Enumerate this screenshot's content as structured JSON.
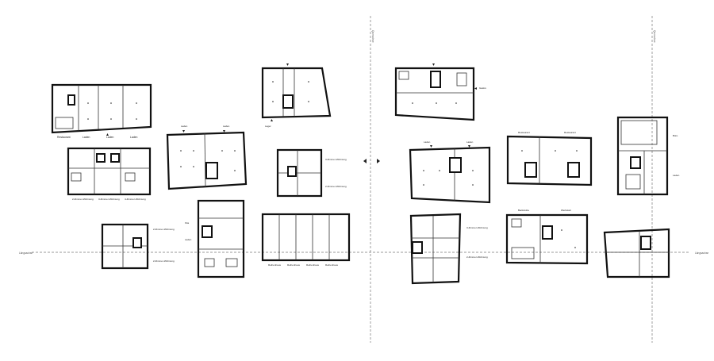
{
  "sheet": {
    "axis_label_left": "Längsachse",
    "axis_label_right": "Längsachse",
    "axis_label_v1": "Querachse",
    "axis_label_v2": "Querachse"
  },
  "labels": {
    "p1_a": "Restaurant",
    "p1_b": "Laden",
    "p1_c": "Laden",
    "p1_d": "Laden",
    "p2_a": "2-Zimmer-Wohnung",
    "p2_b": "3-Zimmer-Wohnung",
    "p2_c": "4-Zimmer-Wohnung",
    "p3_a": "Laden",
    "p3_b": "Laden",
    "p4_a": "3-Zimmer-Wohnung",
    "p4_b": "2-Zimmer-Wohnung",
    "p5_a": "2-Zimmer-Wohnung",
    "p5_b": "2-Zimmer-Wohnung",
    "p6_a": "Kita",
    "p6_b": "Laden",
    "p7_a": "Reihenhaus",
    "p7_b": "Reihenhaus",
    "p7_c": "Reihenhaus",
    "p7_d": "Reihenhaus",
    "p8_a": "Lager",
    "p9_a": "Laden",
    "p9_b": "Laden",
    "p10_a": "Restaurant",
    "p10_b": "Restaurant",
    "p11_a": "Gastro",
    "p12_a": "3-Zimmer-Wohnung",
    "p12_b": "2-Zimmer-Wohnung",
    "p13_a": "Backstube",
    "p13_b": "Werkstatt",
    "p14_a": "Büro",
    "p14_b": "Laden"
  }
}
